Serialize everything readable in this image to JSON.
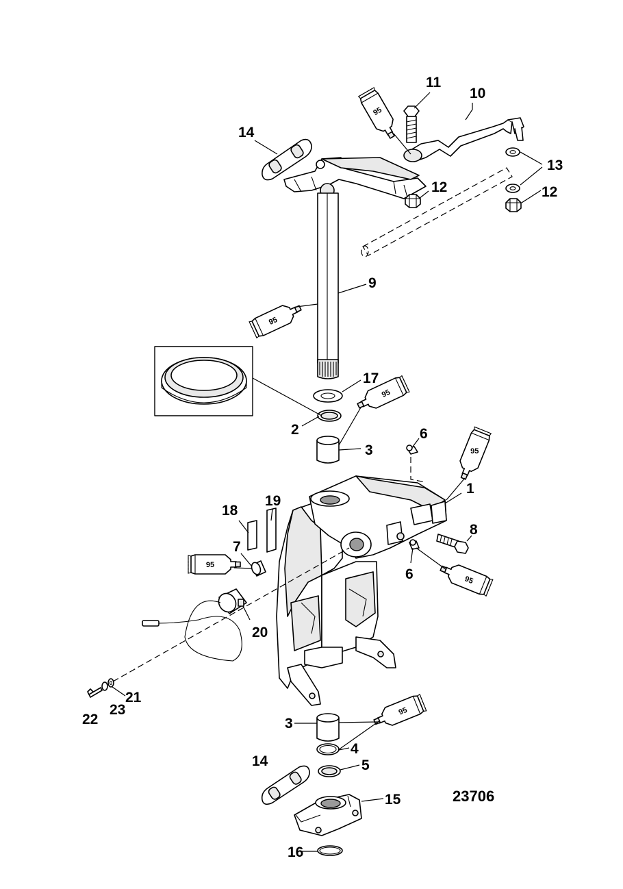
{
  "figure_number": "23706",
  "lubricant_code": "95",
  "callouts": {
    "c1": "1",
    "c2": "2",
    "c3a": "3",
    "c3b": "3",
    "c4": "4",
    "c5": "5",
    "c6a": "6",
    "c6b": "6",
    "c7": "7",
    "c8": "8",
    "c9": "9",
    "c10": "10",
    "c11": "11",
    "c12a": "12",
    "c12b": "12",
    "c13": "13",
    "c14a": "14",
    "c14b": "14",
    "c15": "15",
    "c16": "16",
    "c17": "17",
    "c18": "18",
    "c19": "19",
    "c20": "20",
    "c21": "21",
    "c22": "22",
    "c23": "23"
  }
}
